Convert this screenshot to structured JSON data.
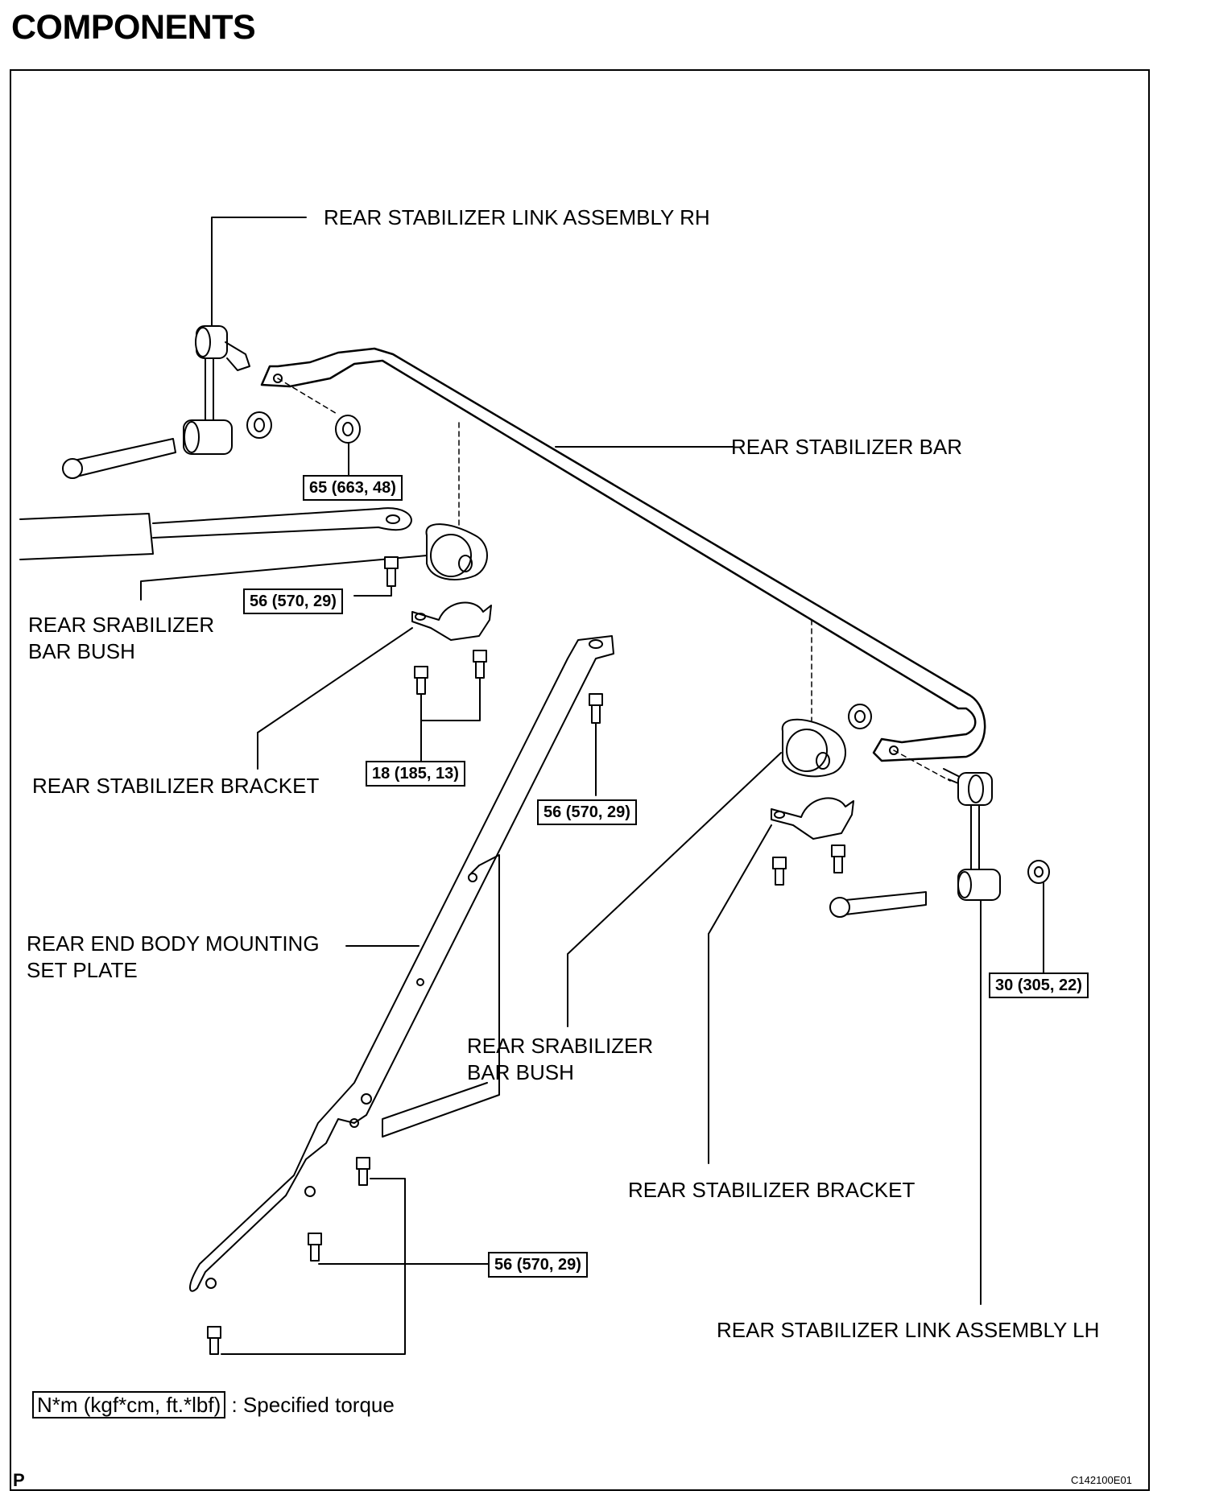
{
  "heading": "COMPONENTS",
  "labels": {
    "link_rh": "REAR STABILIZER LINK ASSEMBLY RH",
    "stab_bar": "REAR STABILIZER BAR",
    "bush_left_1": "REAR SRABILIZER",
    "bush_left_2": "BAR BUSH",
    "bracket_left": "REAR STABILIZER BRACKET",
    "mount_plate_1": "REAR END BODY MOUNTING",
    "mount_plate_2": "SET PLATE",
    "bush_right_1": "REAR SRABILIZER",
    "bush_right_2": "BAR BUSH",
    "bracket_right": "REAR STABILIZER BRACKET",
    "link_lh": "REAR STABILIZER LINK ASSEMBLY LH"
  },
  "torques": {
    "t_link_rh_nut": "65 (663, 48)",
    "t_bush_bolt": "56 (570, 29)",
    "t_bracket_bolts": "18 (185, 13)",
    "t_plate_top_bolt": "56 (570, 29)",
    "t_plate_bottom_bolts": "56 (570, 29)",
    "t_link_lh_nut": "30 (305, 22)"
  },
  "legend": {
    "unit": "N*m (kgf*cm, ft.*lbf)",
    "desc": ": Specified torque"
  },
  "footer": {
    "page_letter": "P",
    "figure_code": "C142100E01"
  }
}
